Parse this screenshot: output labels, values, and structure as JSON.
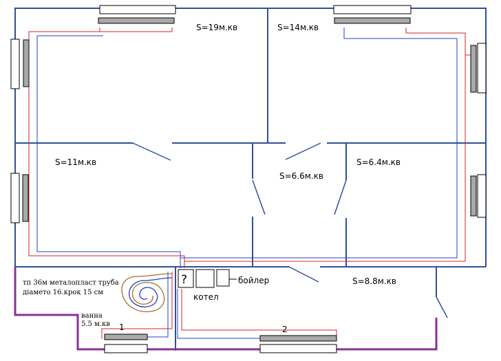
{
  "rooms": {
    "room_19": "S=19м.кв",
    "room_14": "S=14м.кв",
    "room_11": "S=11м.кв",
    "room_6_6": "S=6.6м.кв",
    "room_6_4": "S=6.4м.кв",
    "room_8_8": "S=8.8м.кв"
  },
  "bathroom": {
    "label": "ванна",
    "area": "5.5 м.кв"
  },
  "underfloor_note": {
    "line1": "тп 36м металопласт труба",
    "line2": "діамето 16.крок 15 см"
  },
  "equipment": {
    "unknown_mark": "?",
    "boiler_label": "котел",
    "water_heater_label": "бойлер"
  },
  "radiator_numbers": {
    "r1": "1",
    "r2": "2"
  },
  "colors": {
    "wall": "#2f4f9a",
    "exterior_wall": "#8b2f9a",
    "supply_pipe": "#d9202a",
    "return_pipe": "#2040c0",
    "radiator": "#a9a9a9"
  },
  "icons": {
    "coil": "underfloor-heating-coil-icon"
  }
}
